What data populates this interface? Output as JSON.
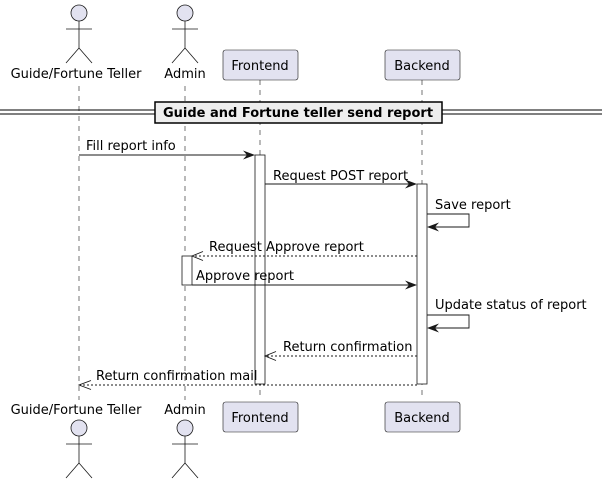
{
  "participants": {
    "guide": "Guide/Fortune Teller",
    "admin": "Admin",
    "frontend": "Frontend",
    "backend": "Backend"
  },
  "divider": "Guide and Fortune teller send report",
  "messages": [
    "Fill report info",
    "Request POST report",
    "Save report",
    "Request Approve report",
    "Approve report",
    "Update status of report",
    "Return confirmation",
    "Return confirmation mail"
  ],
  "colors": {
    "participant_fill": "#E2E2F0",
    "border": "#181818",
    "divider_fill": "#EEEEEE"
  }
}
